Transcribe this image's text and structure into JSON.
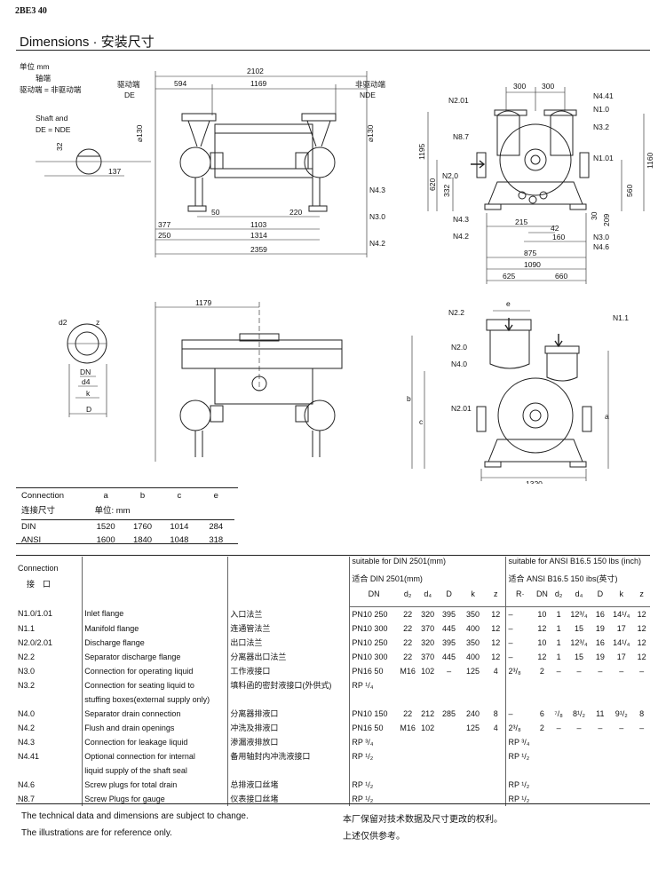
{
  "header": {
    "page_number": "2BE3 40",
    "title": "Dimensions · 安装尺寸"
  },
  "drawing_labels": {
    "unit_cn": "单位 mm",
    "axis_cn": "轴端",
    "drive_cn": "驱动端 = 非驱动端",
    "shaft_and": "Shaft and",
    "de_nde": "DE = NDE",
    "drive_end_cn": "驱动端",
    "de": "DE",
    "nondrive_end_cn": "非驱动端",
    "nde": "NDE",
    "dims_top": [
      "2102",
      "594",
      "1169",
      "300",
      "300"
    ],
    "dims_front": [
      "377",
      "250",
      "50",
      "1103",
      "220",
      "1314",
      "2359",
      "⌀130",
      "⌀130",
      "32",
      "137"
    ],
    "dims_side": [
      "1195",
      "620",
      "332",
      "215",
      "42",
      "160",
      "875",
      "1090",
      "625",
      "660",
      "1160",
      "560",
      "30",
      "209"
    ],
    "ports_front": [
      "N4.3",
      "N3.0",
      "N4.2"
    ],
    "ports_side": [
      "N2.01",
      "N4.41",
      "N1.0",
      "N3.2",
      "N8.7",
      "N1.01",
      "N2.0",
      "N4.3",
      "N4.2",
      "N3.0",
      "N4.6"
    ],
    "flange_labels": [
      "d2",
      "z",
      "DN",
      "d4",
      "k",
      "D"
    ],
    "dim_1179": "1179",
    "ports_lower": [
      "N2.2",
      "e",
      "N1.1",
      "N2.0",
      "N4.0",
      "N2.01",
      "b",
      "c",
      "a",
      "1320"
    ]
  },
  "conn_table": {
    "header_en": "Connection",
    "header_cn": "连接尺寸",
    "cols": [
      "a",
      "b",
      "c",
      "e"
    ],
    "unit": "单位: mm",
    "rows": [
      {
        "name": "DIN",
        "a": "1520",
        "b": "1760",
        "c": "1014",
        "e": "284"
      },
      {
        "name": "ANSI",
        "a": "1600",
        "b": "1840",
        "c": "1048",
        "e": "318"
      }
    ]
  },
  "spec_table": {
    "conn_en": "Connection",
    "conn_cn": "接　口",
    "din_title": "suitable for DIN 2501(mm)",
    "din_title_cn": "适合 DIN 2501(mm)",
    "ansi_title": "suitable for ANSI B16.5 150 lbs (inch)",
    "ansi_title_cn": "适合 ANSI B16.5 150 ibs(英寸)",
    "din_cols": [
      "DN",
      "d₂",
      "d₄",
      "D",
      "k",
      "z"
    ],
    "ansi_cols": [
      "R·",
      "DN",
      "d₂",
      "d₄",
      "D",
      "k",
      "z"
    ],
    "rows": [
      {
        "id": "N1.0/1.01",
        "en": "Inlet flange",
        "cn": "入口法兰",
        "din": [
          "PN10 250",
          "22",
          "320",
          "395",
          "350",
          "12"
        ],
        "ansi": [
          "–",
          "10",
          "1",
          "12³/₄",
          "16",
          "14¹/₄",
          "12"
        ]
      },
      {
        "id": "N1.1",
        "en": "Manifold flange",
        "cn": "连通管法兰",
        "din": [
          "PN10 300",
          "22",
          "370",
          "445",
          "400",
          "12"
        ],
        "ansi": [
          "–",
          "12",
          "1",
          "15",
          "19",
          "17",
          "12"
        ]
      },
      {
        "id": "N2.0/2.01",
        "en": "Discharge flange",
        "cn": "出口法兰",
        "din": [
          "PN10 250",
          "22",
          "320",
          "395",
          "350",
          "12"
        ],
        "ansi": [
          "–",
          "10",
          "1",
          "12³/₄",
          "16",
          "14¹/₄",
          "12"
        ]
      },
      {
        "id": "N2.2",
        "en": "Separator discharge flange",
        "cn": "分离器出口法兰",
        "din": [
          "PN10 300",
          "22",
          "370",
          "445",
          "400",
          "12"
        ],
        "ansi": [
          "–",
          "12",
          "1",
          "15",
          "19",
          "17",
          "12"
        ]
      },
      {
        "id": "N3.0",
        "en": "Connection for operating liquid",
        "cn": "工作液接口",
        "din": [
          "PN16 50",
          "M16",
          "102",
          "–",
          "125",
          "4"
        ],
        "ansi": [
          "2³/₈",
          "2",
          "–",
          "–",
          "–",
          "–",
          "–"
        ]
      },
      {
        "id": "N3.2",
        "en": "Connection for seating liquid to",
        "cn": "填料函的密封液接口(外供式)",
        "din": [
          "RP ¹/₄",
          "",
          "",
          "",
          "",
          ""
        ],
        "ansi": [
          "",
          "",
          "",
          "",
          "",
          "",
          ""
        ]
      },
      {
        "id": "",
        "en": "stuffing boxes(external supply only)",
        "cn": "",
        "din": [
          "",
          "",
          "",
          "",
          "",
          ""
        ],
        "ansi": [
          "",
          "",
          "",
          "",
          "",
          "",
          ""
        ]
      },
      {
        "id": "N4.0",
        "en": "Separator drain connection",
        "cn": "分离器排液口",
        "din": [
          "PN10 150",
          "22",
          "212",
          "285",
          "240",
          "8"
        ],
        "ansi": [
          "–",
          "6",
          "⁷/₈",
          "8¹/₂",
          "11",
          "9¹/₂",
          "8"
        ]
      },
      {
        "id": "N4.2",
        "en": "Flush and drain openings",
        "cn": "冲洗及排液口",
        "din": [
          "PN16 50",
          "M16",
          "102",
          "",
          "125",
          "4"
        ],
        "ansi": [
          "2³/₈",
          "2",
          "–",
          "–",
          "–",
          "–",
          "–"
        ]
      },
      {
        "id": "N4.3",
        "en": "Connection for leakage liquid",
        "cn": "渗漏液排放口",
        "din": [
          "RP ³/₄",
          "",
          "",
          "",
          "",
          ""
        ],
        "ansi": [
          "RP ³/₄",
          "",
          "",
          "",
          "",
          "",
          ""
        ]
      },
      {
        "id": "N4.41",
        "en": "Optional connection for internal",
        "cn": "备用轴封内冲洗液接口",
        "din": [
          "RP ¹/₂",
          "",
          "",
          "",
          "",
          ""
        ],
        "ansi": [
          "RP ¹/₂",
          "",
          "",
          "",
          "",
          "",
          ""
        ]
      },
      {
        "id": "",
        "en": "liquid supply of the shaft seal",
        "cn": "",
        "din": [
          "",
          "",
          "",
          "",
          "",
          ""
        ],
        "ansi": [
          "",
          "",
          "",
          "",
          "",
          "",
          ""
        ]
      },
      {
        "id": "N4.6",
        "en": "Screw plugs for total drain",
        "cn": "总排液口丝堵",
        "din": [
          "RP ¹/₂",
          "",
          "",
          "",
          "",
          ""
        ],
        "ansi": [
          "RP ¹/₂",
          "",
          "",
          "",
          "",
          "",
          ""
        ]
      },
      {
        "id": "N8.7",
        "en": "Screw Plugs for gauge",
        "cn": "仪表接口丝堵",
        "din": [
          "RP ¹/₂",
          "",
          "",
          "",
          "",
          ""
        ],
        "ansi": [
          "RP ¹/₂",
          "",
          "",
          "",
          "",
          "",
          ""
        ]
      }
    ]
  },
  "footer": {
    "line1_en": "The technical data and dimensions are subject to change.",
    "line2_en": "The illustrations are for reference only.",
    "line1_cn": "本厂保留对技术数据及尺寸更改的权利。",
    "line2_cn": "上述仅供参考。"
  }
}
